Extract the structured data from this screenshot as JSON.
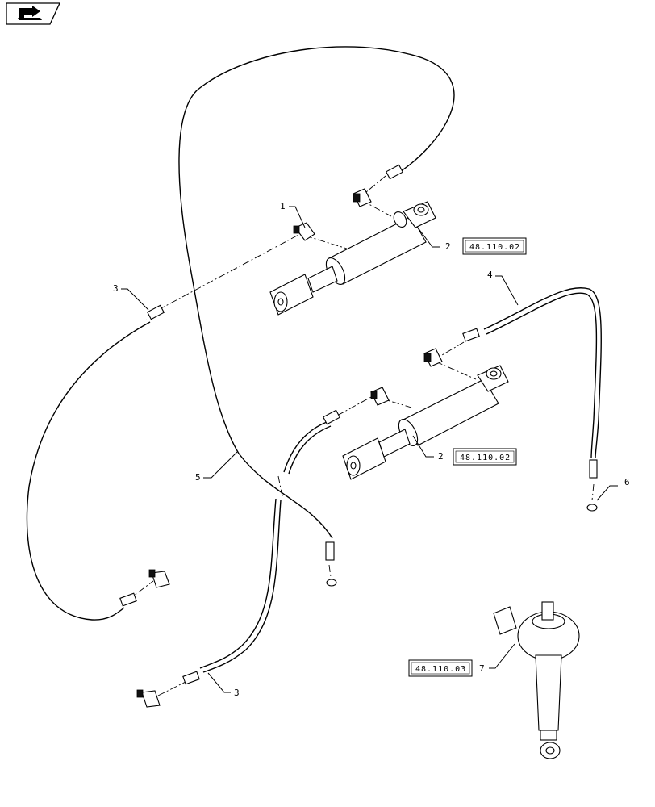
{
  "nav_icon": "book-arrow-icon",
  "callouts": {
    "c1": "1",
    "c2a": "2",
    "c2b": "2",
    "c3a": "3",
    "c3b": "3",
    "c4": "4",
    "c5": "5",
    "c6": "6",
    "c7": "7"
  },
  "refs": {
    "r1": "48.110.02",
    "r2": "48.110.02",
    "r3": "48.110.03"
  }
}
